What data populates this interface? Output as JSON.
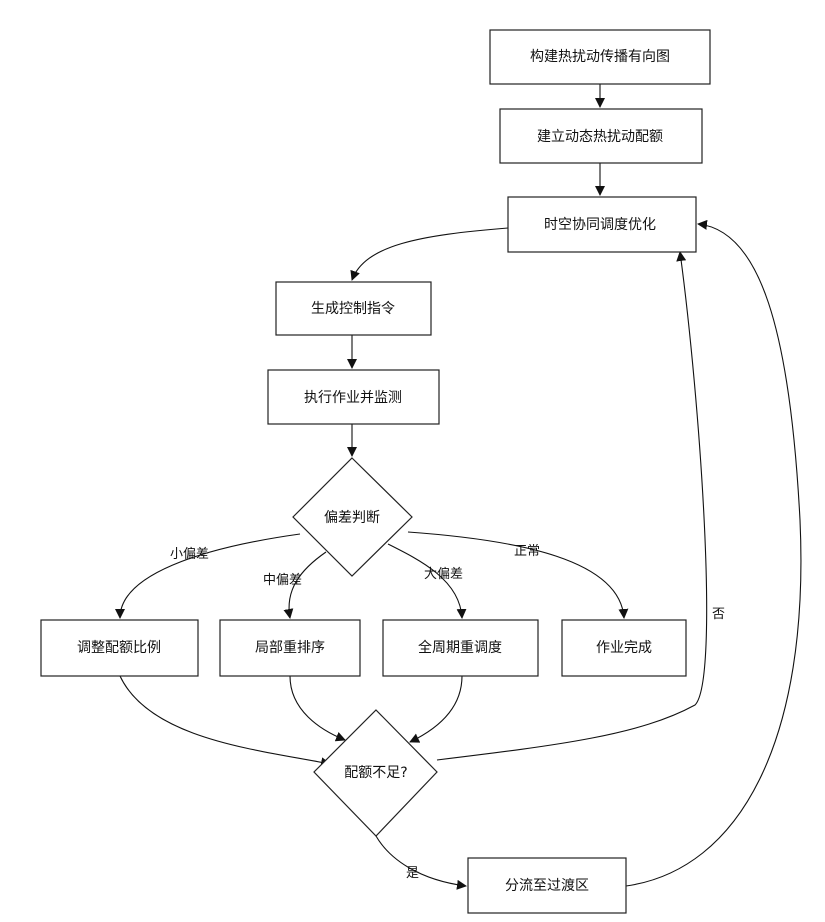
{
  "nodes": {
    "build_graph": "构建热扰动传播有向图",
    "build_quota": "建立动态热扰动配额",
    "spacetime_opt": "时空协同调度优化",
    "gen_control": "生成控制指令",
    "exec_monitor": "执行作业并监测",
    "deviation": "偏差判断",
    "adjust_ratio": "调整配额比例",
    "local_resort": "局部重排序",
    "global_resched": "全周期重调度",
    "job_done": "作业完成",
    "quota_short": "配额不足?",
    "divert": "分流至过渡区"
  },
  "edge_labels": {
    "small": "小偏差",
    "medium": "中偏差",
    "large": "大偏差",
    "normal": "正常",
    "no": "否",
    "yes": "是"
  }
}
